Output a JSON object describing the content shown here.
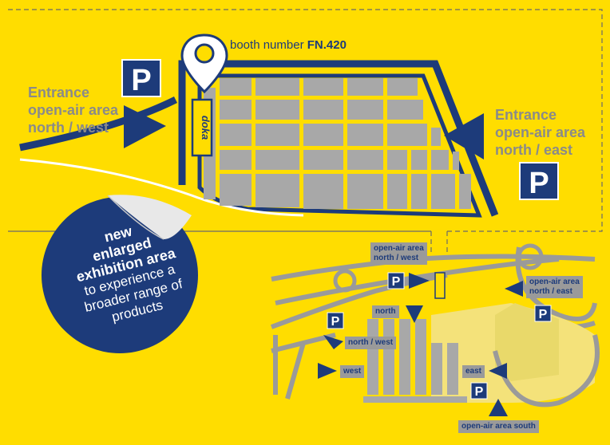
{
  "booth": {
    "prefix": "booth number",
    "number": "FN.420"
  },
  "entrance_nw": {
    "line1": "Entrance",
    "line2": "open-air area",
    "line3": "north / west"
  },
  "entrance_ne": {
    "line1": "Entrance",
    "line2": "open-air area",
    "line3": "north / east"
  },
  "logo_text": "doka",
  "parking_symbol": "P",
  "sticker": {
    "line1": "new",
    "line2": "enlarged",
    "line3": "exhibition area",
    "line4": "to experience a",
    "line5": "broader range of",
    "line6": "products"
  },
  "mini_map": {
    "oa_nw": [
      "open-air area",
      "north / west"
    ],
    "oa_ne": [
      "open-air area",
      "north / east"
    ],
    "north": "north",
    "north_west": "north / west",
    "west": "west",
    "east": "east",
    "oa_south": "open-air area south"
  },
  "colors": {
    "background": "#FFDD00",
    "navy": "#1d3b7a",
    "grey": "#9a9a9a",
    "hall": "#a8a8a8"
  },
  "icons": [
    "map-pin-icon",
    "parking-icon",
    "arrow-icon"
  ]
}
